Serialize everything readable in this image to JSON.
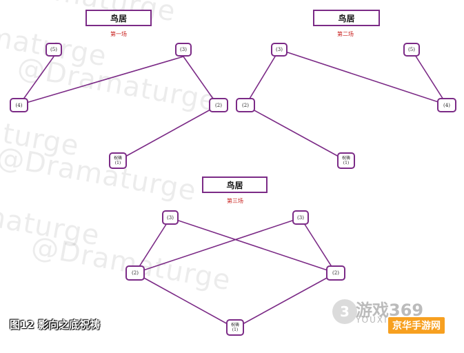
{
  "watermark": "@Dramaturge",
  "scene1": {
    "title": "鸟居",
    "label": "第一场",
    "nodes": {
      "a": "(5)",
      "b": "(3)",
      "c": "(4)",
      "d": "(2)",
      "e_top": "祝祷",
      "e_bottom": "(1)"
    }
  },
  "scene2": {
    "title": "鸟居",
    "label": "第二场",
    "nodes": {
      "a": "(3)",
      "b": "(5)",
      "c": "(2)",
      "d": "(4)",
      "e_top": "祝祷",
      "e_bottom": "(1)"
    }
  },
  "scene3": {
    "title": "鸟居",
    "label": "第三场",
    "nodes": {
      "a": "(3)",
      "b": "(3)",
      "c": "(2)",
      "d": "(2)",
      "e_top": "祝祷",
      "e_bottom": "(1)"
    }
  },
  "caption": "图12 影向之底祝祷",
  "logo": {
    "brand": "游戏369",
    "sub": "YOUXI",
    "site": "京华手游网"
  },
  "colors": {
    "edge": "#7b2a86",
    "node_border": "#7b2a86",
    "scene_label": "#c8201e"
  }
}
